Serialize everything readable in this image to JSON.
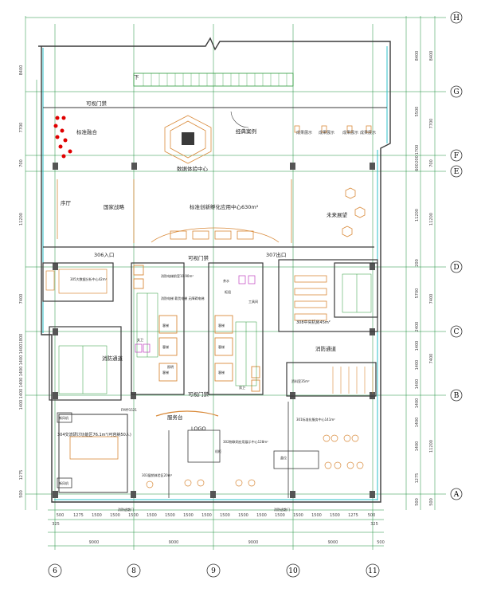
{
  "colors": {
    "wall": "#3a3a3a",
    "grid_line": "#1a8f3a",
    "dim_line": "#1a8f3a",
    "axis_circle": "#333333",
    "glass": "#2bbfc8",
    "furniture": "#d98a3a",
    "exhibit_red": "#e00000",
    "stair": "#2a9a3a",
    "text": "#222222"
  },
  "axes": {
    "rows": [
      "H",
      "G",
      "F",
      "E",
      "D",
      "C",
      "B",
      "A"
    ],
    "cols": [
      "6",
      "8",
      "9",
      "10",
      "11"
    ]
  },
  "rooms": {
    "down_top": "下",
    "visual_gate_top": "可视门禁",
    "standard_fusion": "标准融合",
    "data_center": "数据体验中心",
    "classic_cases": "经典案例",
    "prelude_hall": "序厅",
    "national_strategy": "国家战略",
    "incubation": "标准创新孵化应用中心630m²",
    "future_outlook": "未来展望",
    "entrance_306": "306入口",
    "visual_gate_mid": "可视门禁",
    "exit_307": "307出口",
    "room_305": "305大数据分析中心42m²",
    "fire_elevator": "消防电梯前室10.90m²",
    "elevator_hall": "消防电梯 载货电梯 无障碍电梯",
    "guest_a": "客梯",
    "guest_b": "客梯",
    "guest_c": "客梯",
    "guest_d": "客梯",
    "guest_e": "客梯",
    "guest_f": "客梯",
    "tea": "茶水",
    "tool_room": "工具间",
    "hub": "枢纽",
    "room_308": "308中央机房45m²",
    "fire_passage_left": "消防通道",
    "fire_passage_right": "消防通道",
    "female_wc": "女卫",
    "male_wc": "男卫",
    "mirror": "照明",
    "service_desk": "服务台",
    "visual_gate_low": "可视门禁",
    "logo": "LOGO",
    "archive_room": "资料室35m²",
    "room_304": "304交流研讨功能区76.1m²(可容纳50人)",
    "room_303": "303展销体验区20m²",
    "room_302": "302物联网应用展示中心128m²",
    "room_301": "301标准化服务中心141m²",
    "new_wind": "新风机",
    "new_wind2": "新风机",
    "fire_door_left": "消防逃散门",
    "fire_door_right": "消防逃散门",
    "gaiwei": "盖位",
    "fm_label": "FM甲1521",
    "machine": "机柜"
  },
  "exhibits": [
    "成果展示",
    "成果展示",
    "成果展示",
    "成果展示",
    "成果展示"
  ],
  "left_dims": [
    "8400",
    "7700",
    "700",
    "11200",
    "7400",
    "1800",
    "1400",
    "1400",
    "1400",
    "1400",
    "1400",
    "1400",
    "1275",
    "500"
  ],
  "right_dims_inner": [
    "8400",
    "5500",
    "1700",
    "200",
    "600",
    "11200",
    "200",
    "5700",
    "2400",
    "1400",
    "1400",
    "1400",
    "1400",
    "1400",
    "1400",
    "1275",
    "500"
  ],
  "right_dims_outer": [
    "8400",
    "7700",
    "700",
    "11200",
    "7400",
    "7400",
    "11200",
    "500"
  ],
  "bottom_dims": [
    "500",
    "1275",
    "1500",
    "1500",
    "1500",
    "1500",
    "1500",
    "1500",
    "1500",
    "1500",
    "1500",
    "1500",
    "1500",
    "1500",
    "1500",
    "1500",
    "1275",
    "500"
  ],
  "bottom_dims_low": [
    "325",
    "325"
  ],
  "bottom_spans": [
    "9000",
    "9000",
    "9000",
    "9000"
  ],
  "bottom_small": [
    "500"
  ]
}
